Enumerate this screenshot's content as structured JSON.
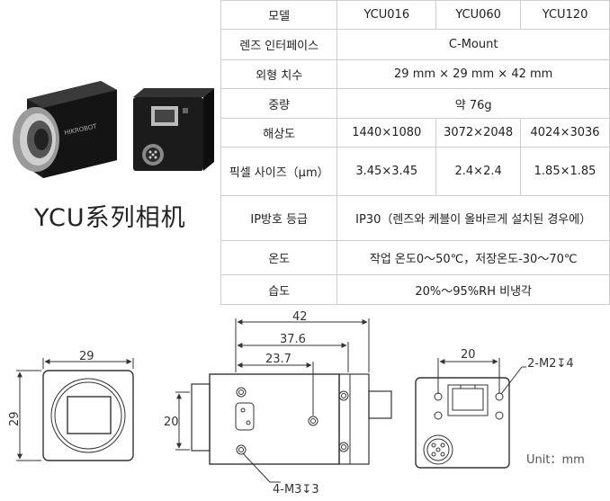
{
  "product": {
    "title": "YCU系列相机"
  },
  "spec_table": {
    "header": [
      "모델",
      "YCU016",
      "YCU060",
      "YCU120"
    ],
    "rows": [
      {
        "label": "렌즈 인터페이스",
        "cells": [
          "C-Mount"
        ]
      },
      {
        "label": "외형 치수",
        "cells": [
          "29 mm × 29 mm × 42 mm"
        ]
      },
      {
        "label": "중량",
        "cells": [
          "약 76g"
        ]
      },
      {
        "label": "해상도",
        "cells": [
          "1440×1080",
          "3072×2048",
          "4024×3036"
        ]
      },
      {
        "label": "픽셀 사이즈（μm）",
        "cells": [
          "3.45×3.45",
          "2.4×2.4",
          "1.85×1.85"
        ]
      },
      {
        "label": "IP방호 등급",
        "cells": [
          "IP30（렌즈와 케블이 올바르게 설치된 경우에）"
        ]
      },
      {
        "label": "온도",
        "cells": [
          "작업 온도0～50℃，저장온도-30～70℃"
        ]
      },
      {
        "label": "습도",
        "cells": [
          "20%～95%RH 비냉각"
        ]
      }
    ]
  },
  "drawings": {
    "front": {
      "width": "29",
      "height": "29"
    },
    "side": {
      "len1": "42",
      "len2": "37.6",
      "len3": "23.7",
      "height": "20",
      "holes": "4-M3↧3"
    },
    "back": {
      "width": "20",
      "holes": "2-M2↧4",
      "unit": "Unit：mm"
    }
  }
}
